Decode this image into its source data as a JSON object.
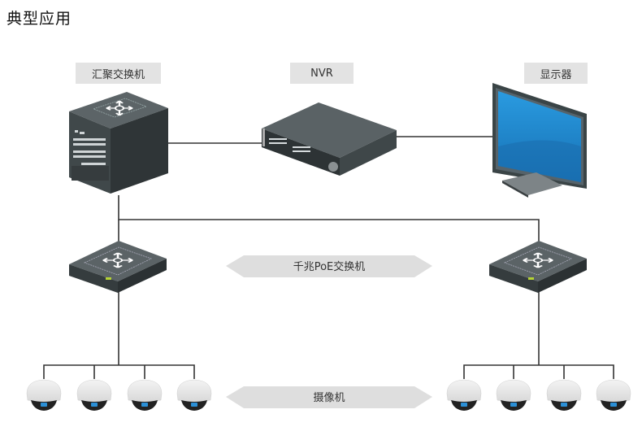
{
  "title": "典型应用",
  "labels": {
    "aggregation_switch": "汇聚交换机",
    "nvr": "NVR",
    "monitor": "显示器"
  },
  "bands": {
    "poe_switch": "千兆PoE交换机",
    "camera": "摄像机"
  },
  "colors": {
    "line": "#333333",
    "device_dark": "#3d4446",
    "device_top": "#596164",
    "screen_blue": "#1e88d0",
    "label_bg": "#e3e3e3",
    "band_bg": "#dedede",
    "led_green": "#b5d335"
  },
  "topology": {
    "core": "aggregation_switch",
    "core_links": [
      "nvr",
      "poe_switch_left",
      "poe_switch_right"
    ],
    "nvr_links": [
      "monitor"
    ],
    "poe_switch_left_cameras": 4,
    "poe_switch_right_cameras": 4
  }
}
